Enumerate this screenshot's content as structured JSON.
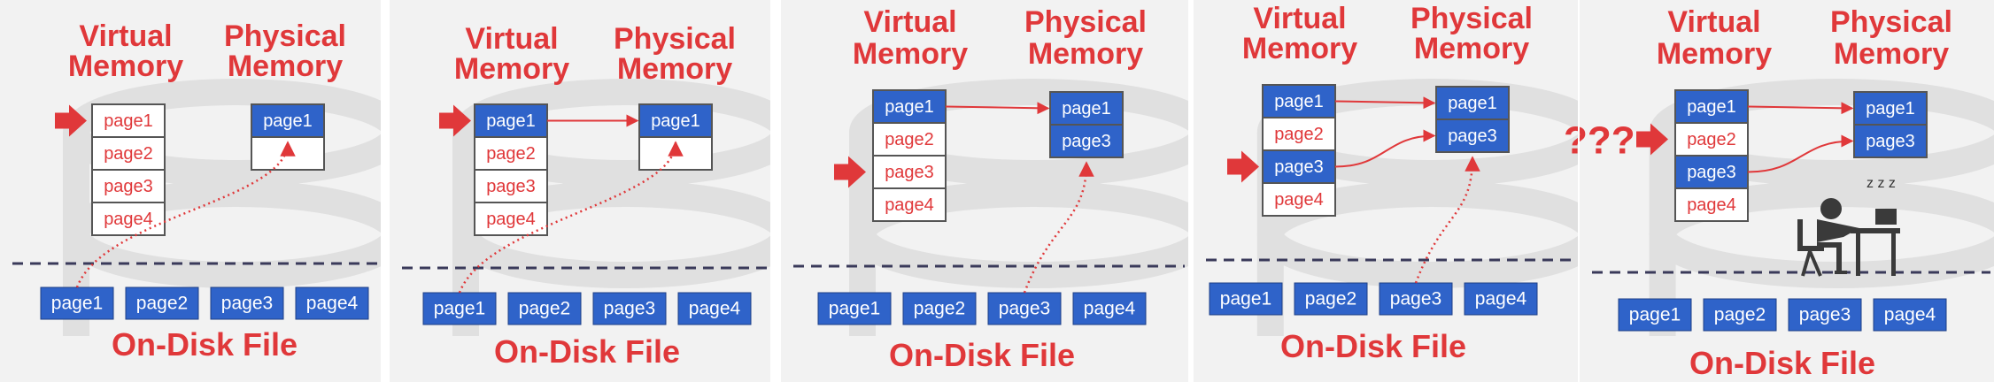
{
  "colors": {
    "accent": "#e0383a",
    "page_blue": "#2f63c9",
    "dash": "#3a3a5a",
    "panel_bg": "#f2f2f2"
  },
  "panels": [
    {
      "virtual_title": [
        "Virtual",
        "Memory"
      ],
      "physical_title": [
        "Physical",
        "Memory"
      ],
      "virtual_pages": [
        {
          "label": "page1",
          "loaded": false
        },
        {
          "label": "page2",
          "loaded": false
        },
        {
          "label": "page3",
          "loaded": false
        },
        {
          "label": "page4",
          "loaded": false
        }
      ],
      "physical_pages": [
        {
          "label": "page1"
        },
        {
          "label": ""
        }
      ],
      "pointer_index": 0,
      "disk_pages": [
        "page1",
        "page2",
        "page3",
        "page4"
      ],
      "disk_title": "On-Disk File"
    },
    {
      "virtual_title": [
        "Virtual",
        "Memory"
      ],
      "physical_title": [
        "Physical",
        "Memory"
      ],
      "virtual_pages": [
        {
          "label": "page1",
          "loaded": true
        },
        {
          "label": "page2",
          "loaded": false
        },
        {
          "label": "page3",
          "loaded": false
        },
        {
          "label": "page4",
          "loaded": false
        }
      ],
      "physical_pages": [
        {
          "label": "page1"
        },
        {
          "label": ""
        }
      ],
      "pointer_index": 0,
      "disk_pages": [
        "page1",
        "page2",
        "page3",
        "page4"
      ],
      "disk_title": "On-Disk File"
    },
    {
      "virtual_title": [
        "Virtual",
        "Memory"
      ],
      "physical_title": [
        "Physical",
        "Memory"
      ],
      "virtual_pages": [
        {
          "label": "page1",
          "loaded": true
        },
        {
          "label": "page2",
          "loaded": false
        },
        {
          "label": "page3",
          "loaded": false
        },
        {
          "label": "page4",
          "loaded": false
        }
      ],
      "physical_pages": [
        {
          "label": "page1"
        },
        {
          "label": "page3"
        }
      ],
      "pointer_index": 2,
      "disk_pages": [
        "page1",
        "page2",
        "page3",
        "page4"
      ],
      "disk_title": "On-Disk File"
    },
    {
      "virtual_title": [
        "Virtual",
        "Memory"
      ],
      "physical_title": [
        "Physical",
        "Memory"
      ],
      "virtual_pages": [
        {
          "label": "page1",
          "loaded": true
        },
        {
          "label": "page2",
          "loaded": false
        },
        {
          "label": "page3",
          "loaded": true
        },
        {
          "label": "page4",
          "loaded": false
        }
      ],
      "physical_pages": [
        {
          "label": "page1"
        },
        {
          "label": "page3"
        }
      ],
      "pointer_index": 2,
      "disk_pages": [
        "page1",
        "page2",
        "page3",
        "page4"
      ],
      "disk_title": "On-Disk File"
    },
    {
      "virtual_title": [
        "Virtual",
        "Memory"
      ],
      "physical_title": [
        "Physical",
        "Memory"
      ],
      "virtual_pages": [
        {
          "label": "page1",
          "loaded": true
        },
        {
          "label": "page2",
          "loaded": false
        },
        {
          "label": "page3",
          "loaded": true
        },
        {
          "label": "page4",
          "loaded": false
        }
      ],
      "physical_pages": [
        {
          "label": "page1"
        },
        {
          "label": "page3"
        }
      ],
      "pointer_index": 1,
      "pointer_prefix": "???",
      "sleep_text": "z z z",
      "disk_pages": [
        "page1",
        "page2",
        "page3",
        "page4"
      ],
      "disk_title": "On-Disk File"
    }
  ]
}
